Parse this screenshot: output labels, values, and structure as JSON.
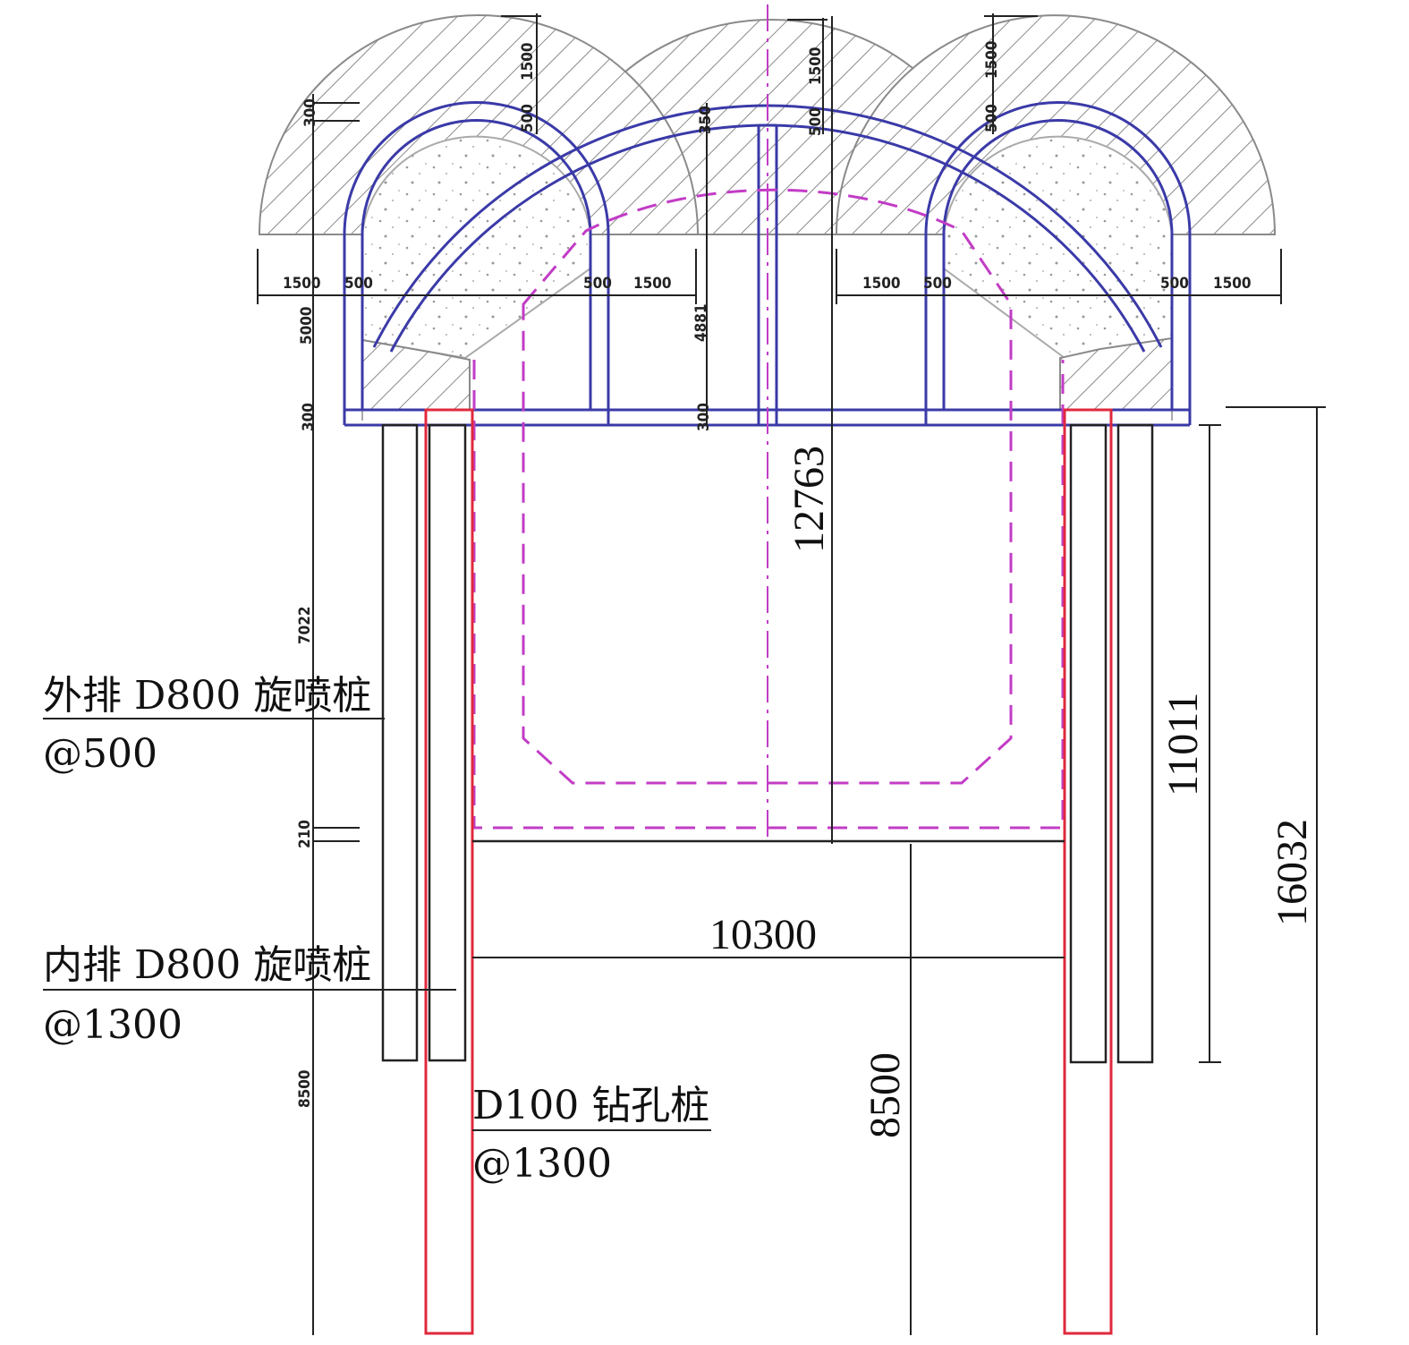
{
  "colors": {
    "lining": "#3a3aa8",
    "drilled_pile": "#e0283c",
    "profile": "#c23cc6",
    "hatch": "#8a8a8a"
  },
  "small_dims": {
    "top_left_300": "300",
    "hood_left_1500": "1500",
    "hood_left_500": "500",
    "hood_mid_1500": "1500",
    "hood_mid_500": "500",
    "mid_350": "350",
    "hood_right_1500": "1500",
    "hood_right_500": "500",
    "h_left_1500": "1500",
    "h_left_500": "500",
    "h_left2_500": "500",
    "h_left2_1500": "1500",
    "h_right_1500": "1500",
    "h_right_500": "500",
    "h_right2_500": "500",
    "h_right2_1500": "1500",
    "v_5000": "5000",
    "v_4881": "4881",
    "v_300_left": "300",
    "v_300_mid": "300",
    "v_7022": "7022",
    "v_210": "210",
    "v_8500_small": "8500"
  },
  "big_dims": {
    "d12763": "12763",
    "d11011": "11011",
    "d16032": "16032",
    "d10300": "10300",
    "d8500": "8500"
  },
  "labels": {
    "outer_pile": "外排 D800 旋喷桩",
    "outer_pile_spacing": "@500",
    "inner_pile": "内排 D800 旋喷桩",
    "inner_pile_spacing": "@1300",
    "drilled_pile": "D100 钻孔桩",
    "drilled_pile_spacing": "@1300"
  }
}
